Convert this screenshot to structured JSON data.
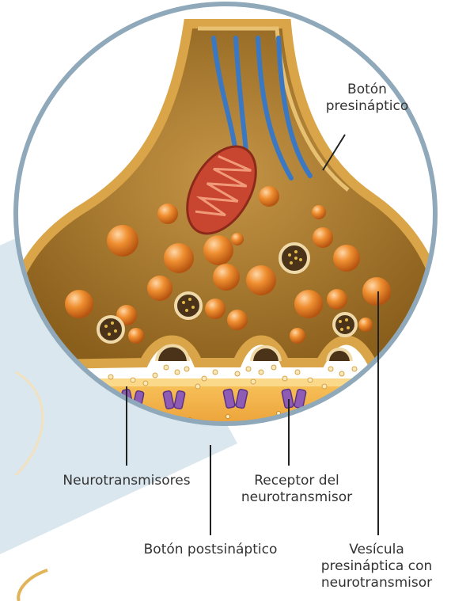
{
  "diagram": {
    "labels": {
      "presynaptic_button": [
        "Botón",
        "presináptico"
      ],
      "neurotransmitters": "Neurotransmisores",
      "receptor": [
        "Receptor del",
        "neurotransmisor"
      ],
      "postsynaptic_button": "Botón postsináptico",
      "vesicle": [
        "Vesícula",
        "presináptica con",
        "neurotransmisor"
      ]
    }
  },
  "colors": {
    "ring": "#8fa9bb",
    "cell_fill": "#b5832a",
    "cell_dark": "#7a5216",
    "membrane": "#cf9b3c",
    "vesicle": "#e67e22",
    "post_band": "#f2a93b",
    "receptor": "#8e5bb5",
    "axon_fiber": "#3b78c4",
    "mitochondrion": "#c8452f",
    "background_beam": "#dbe7ee"
  }
}
